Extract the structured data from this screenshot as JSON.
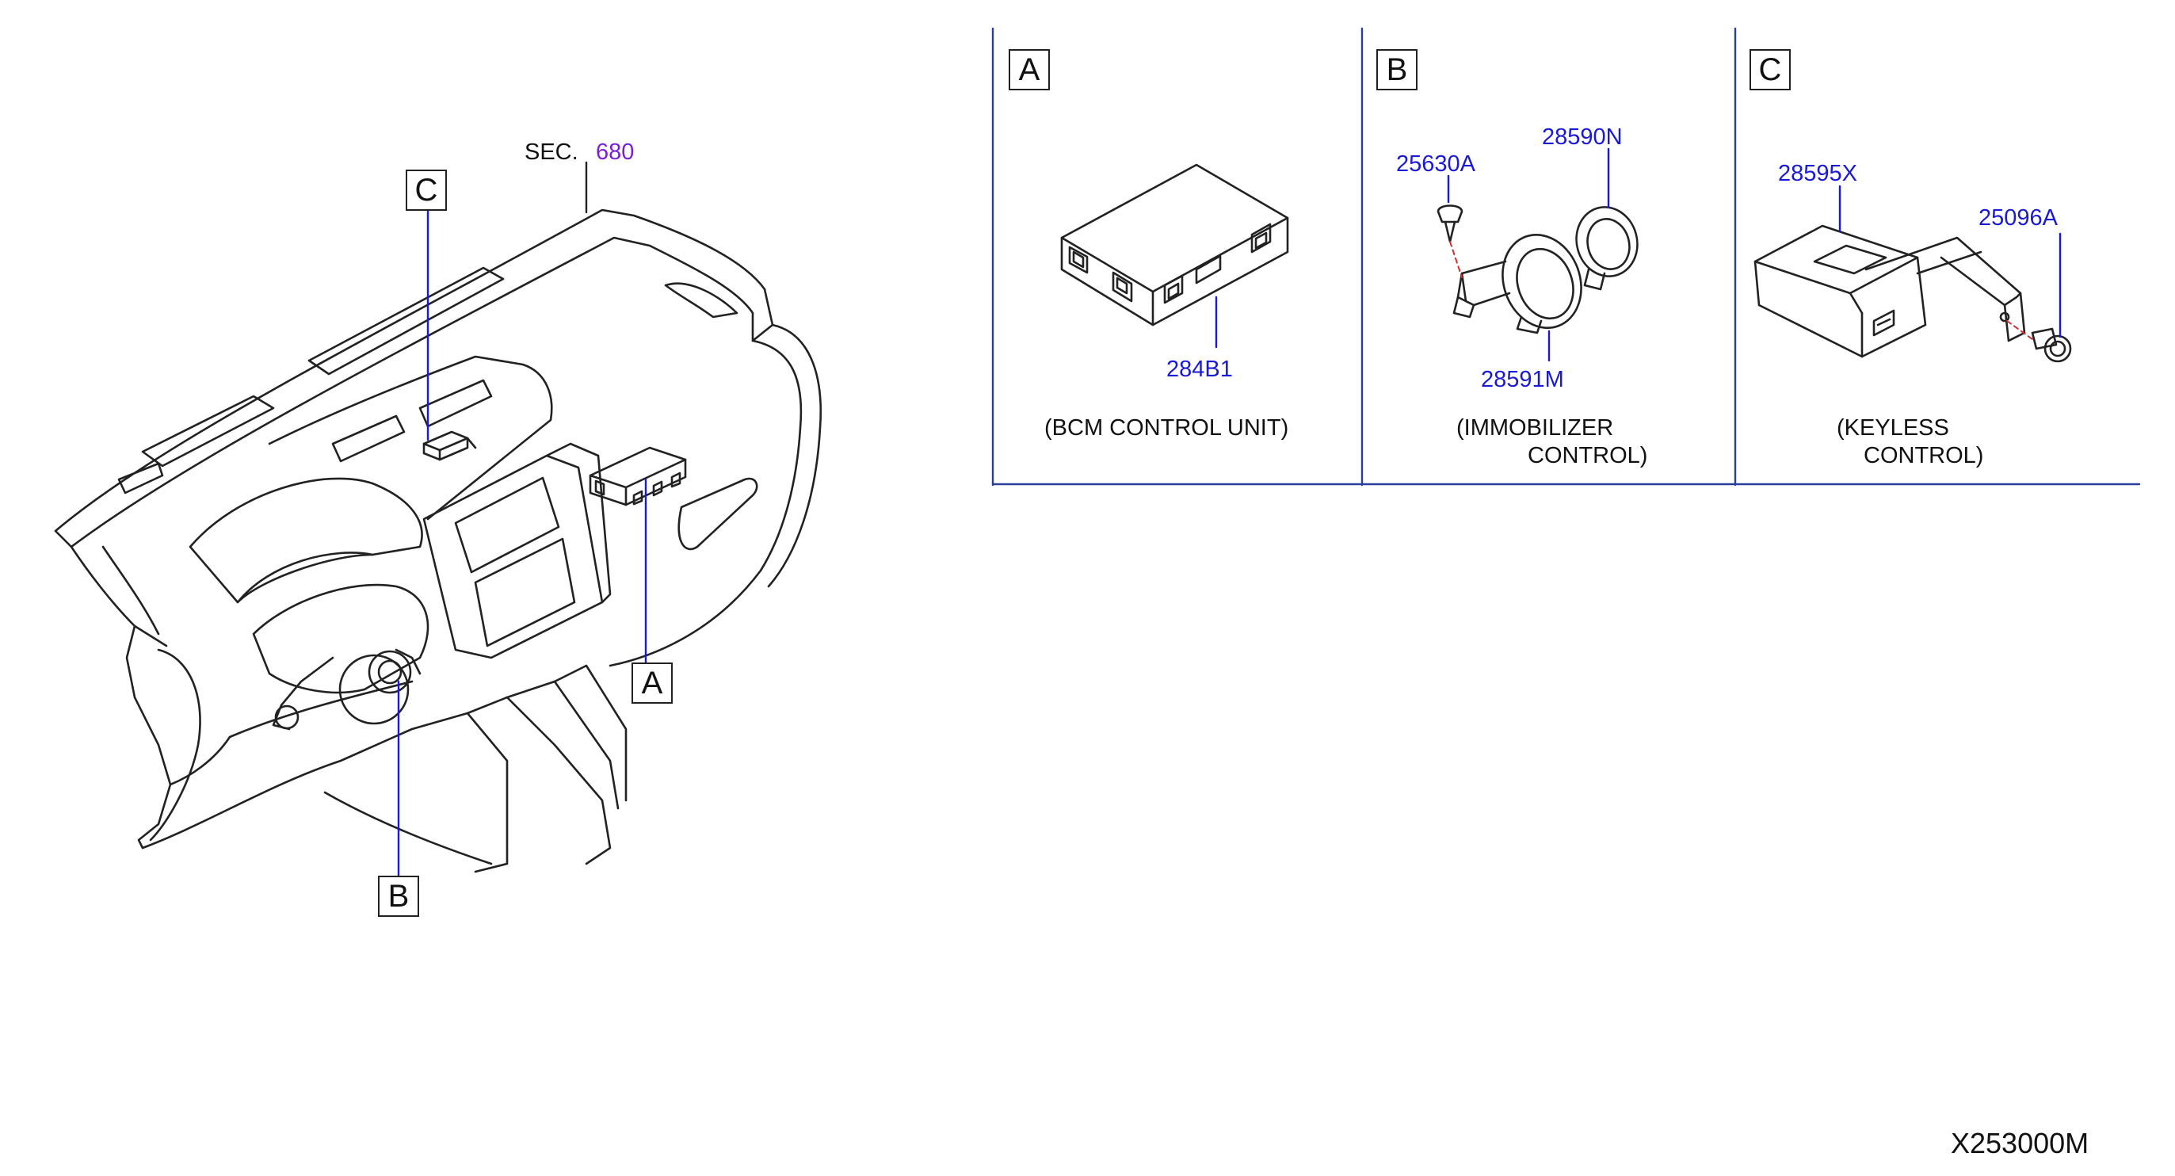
{
  "colors": {
    "part_number": "#1a1ad6",
    "section_ref": "#7a1fd6",
    "line": "#222222",
    "leader": "#1a1ad6",
    "panel_line": "#2a3f9a"
  },
  "overview": {
    "sec_prefix": "SEC.",
    "sec_number": "680",
    "callouts": {
      "a": "A",
      "b": "B",
      "c": "C"
    }
  },
  "panels": [
    {
      "letter": "A",
      "parts": [
        "284B1"
      ],
      "caption_lines": [
        "(BCM   CONTROL   UNIT)"
      ]
    },
    {
      "letter": "B",
      "parts": [
        "25630A",
        "28590N",
        "28591M"
      ],
      "caption_lines": [
        "(IMMOBILIZER",
        "CONTROL)"
      ]
    },
    {
      "letter": "C",
      "parts": [
        "28595X",
        "25096A"
      ],
      "caption_lines": [
        "(KEYLESS",
        "CONTROL)"
      ]
    }
  ],
  "diagram_code": "X253000M"
}
